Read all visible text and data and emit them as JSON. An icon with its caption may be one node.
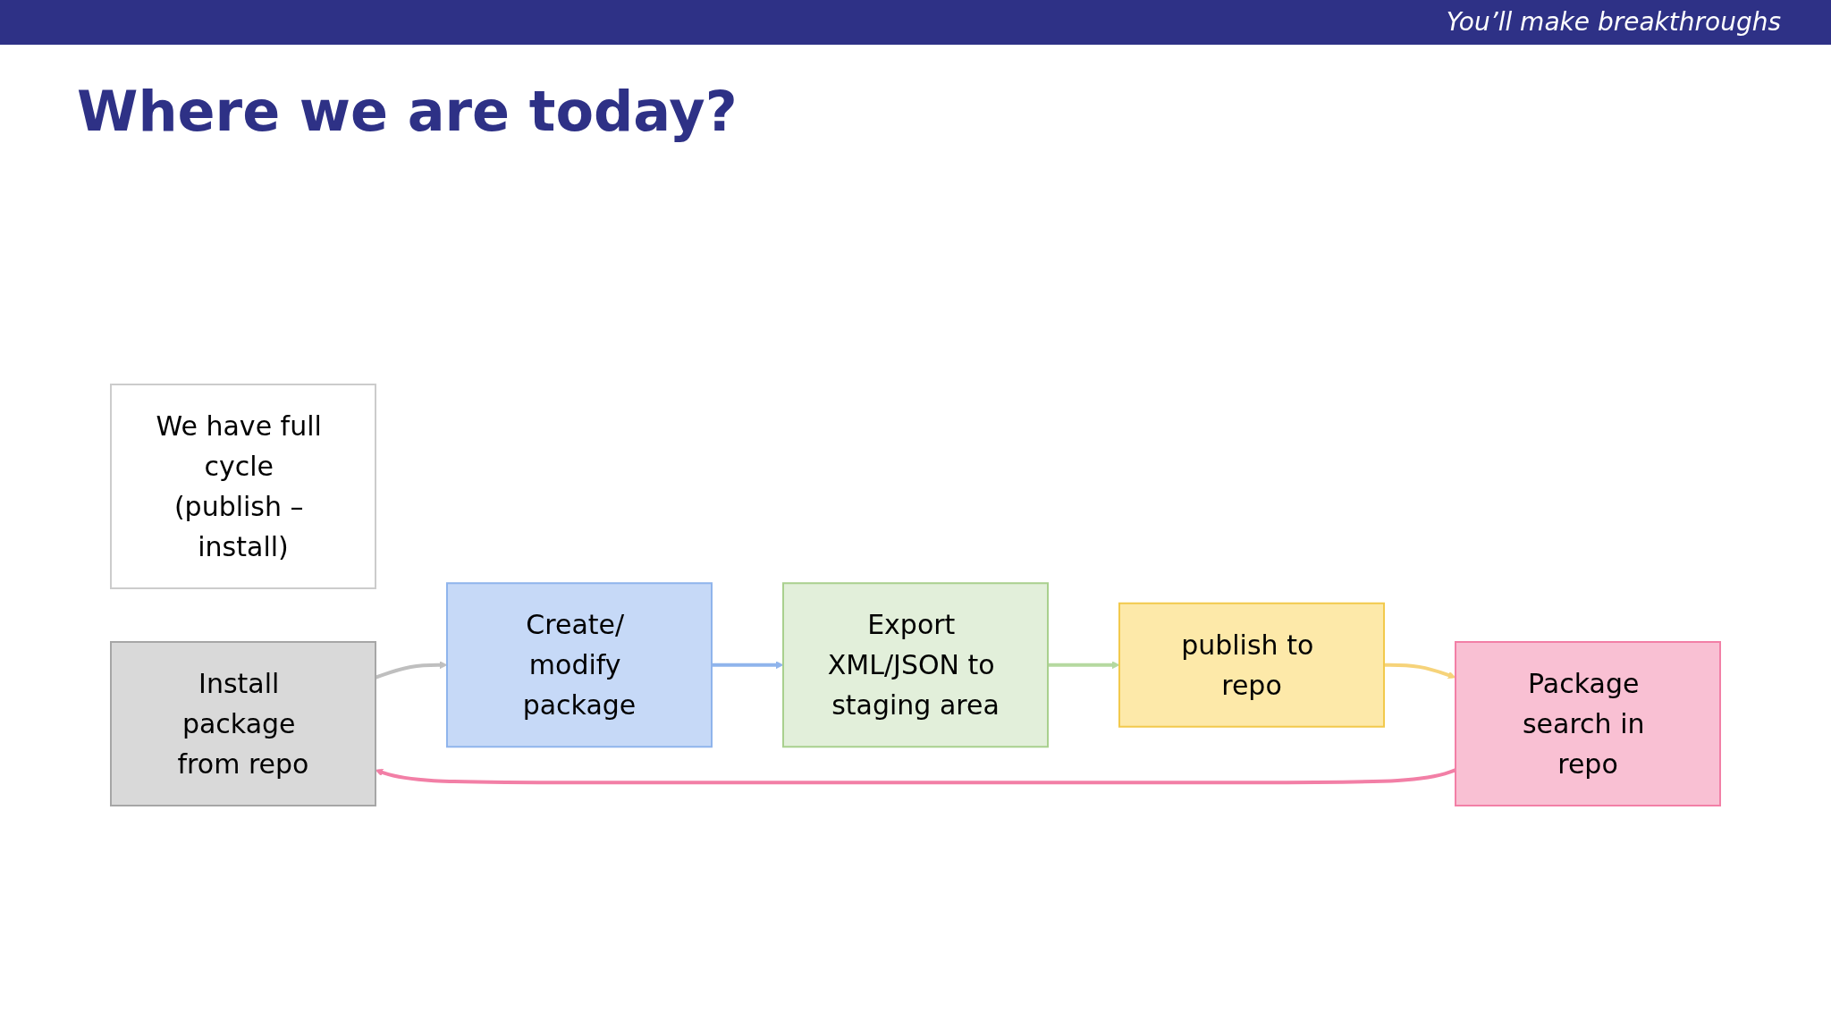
{
  "diagram": {
    "title": "Where we are today?",
    "nodes": [
      {
        "text": [
          "We have full cycle (publish – install)"
        ]
      },
      {
        "text": [
          "Install package from repo"
        ]
      },
      {
        "text": [
          "Create/ modify package"
        ]
      },
      {
        "text": [
          "Export XML/JSON to staging area"
        ]
      },
      {
        "text": [
          "publish to repo"
        ]
      },
      {
        "text": [
          "Package search in repo"
        ]
      }
    ],
    "edges": [
      {
        "from": 1,
        "to": 2,
        "arrow": "to",
        "color": "#bfbfbf"
      },
      {
        "from": 2,
        "to": 3,
        "arrow": "to",
        "color": "#8fb4ec"
      },
      {
        "from": 3,
        "to": 4,
        "arrow": "to",
        "color": "#b5d9a0"
      },
      {
        "from": 4,
        "to": 5,
        "arrow": "to",
        "color": "#f6d37a"
      },
      {
        "from": 5,
        "to": 1,
        "arrow": "to",
        "color": "#f27fa6"
      }
    ],
    "labels": [
      "You’ll make breakthroughs"
    ]
  }
}
